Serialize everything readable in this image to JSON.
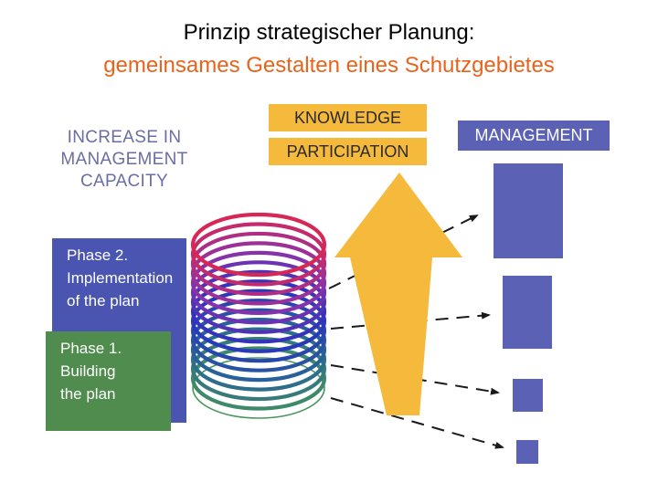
{
  "title": {
    "line1": "Prinzip strategischer Planung:",
    "line2": "gemeinsames Gestalten eines Schutzgebietes"
  },
  "capacity_label": [
    "INCREASE IN",
    "MANAGEMENT",
    "CAPACITY"
  ],
  "phase2": {
    "lines": [
      "Phase 2.",
      "Implementation",
      "of the plan"
    ]
  },
  "phase1": {
    "lines": [
      "Phase 1.",
      "Building",
      "the plan"
    ]
  },
  "tags": {
    "knowledge": "KNOWLEDGE",
    "participation": "PARTICIPATION",
    "management": "MANAGEMENT"
  },
  "colors": {
    "title_accent": "#e8631c",
    "phase2_fill": "#4a55b2",
    "phase1_fill": "#4f8c4d",
    "arrow_fill": "#f5b93b",
    "management_blocks": "#5b62b5"
  }
}
